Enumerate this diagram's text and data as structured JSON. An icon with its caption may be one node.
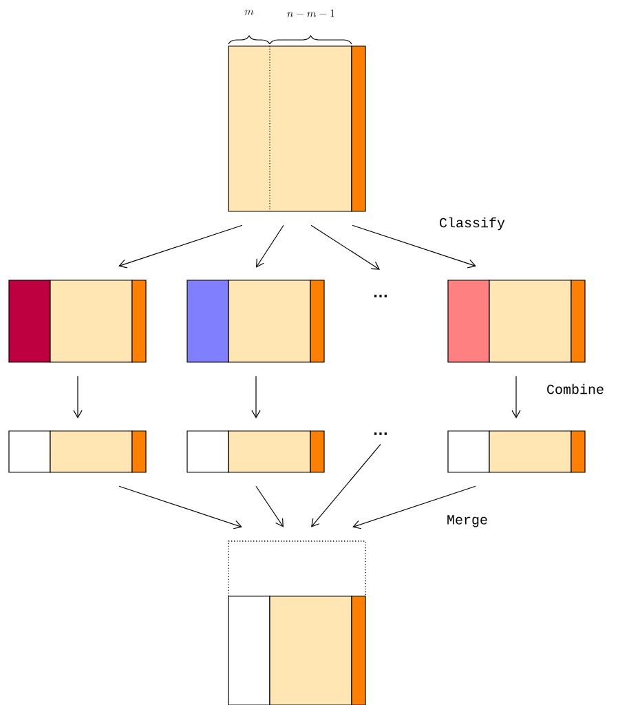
{
  "diagram": {
    "nodes": [
      {
        "text": [],
        "shape": "box"
      },
      {
        "text": [],
        "shape": "box"
      },
      {
        "text": [],
        "shape": "box"
      },
      {
        "text": [
          "…"
        ]
      },
      {
        "text": [],
        "shape": "box"
      },
      {
        "text": [],
        "shape": "box"
      },
      {
        "text": [],
        "shape": "box"
      },
      {
        "text": [
          "…"
        ]
      },
      {
        "text": [],
        "shape": "box"
      },
      {
        "text": [],
        "shape": "box"
      },
      {
        "text": [],
        "shape": "box"
      }
    ],
    "edges": [
      {
        "from": 0,
        "to": 1,
        "arrow": "to"
      },
      {
        "from": 0,
        "to": 2,
        "arrow": "to"
      },
      {
        "from": 0,
        "to": 3,
        "arrow": "to"
      },
      {
        "from": 0,
        "to": 4,
        "arrow": "to"
      },
      {
        "from": 1,
        "to": 5,
        "arrow": "to"
      },
      {
        "from": 2,
        "to": 6,
        "arrow": "to"
      },
      {
        "from": 4,
        "to": 8,
        "arrow": "to"
      },
      {
        "from": 5,
        "to": 9,
        "arrow": "to"
      },
      {
        "from": 6,
        "to": 9,
        "arrow": "to"
      },
      {
        "from": 7,
        "to": 9,
        "arrow": "to"
      },
      {
        "from": 8,
        "to": 9,
        "arrow": "to"
      }
    ],
    "labels": [
      "m",
      "n-m-1",
      "Classify",
      "Combine",
      "Merge"
    ]
  }
}
